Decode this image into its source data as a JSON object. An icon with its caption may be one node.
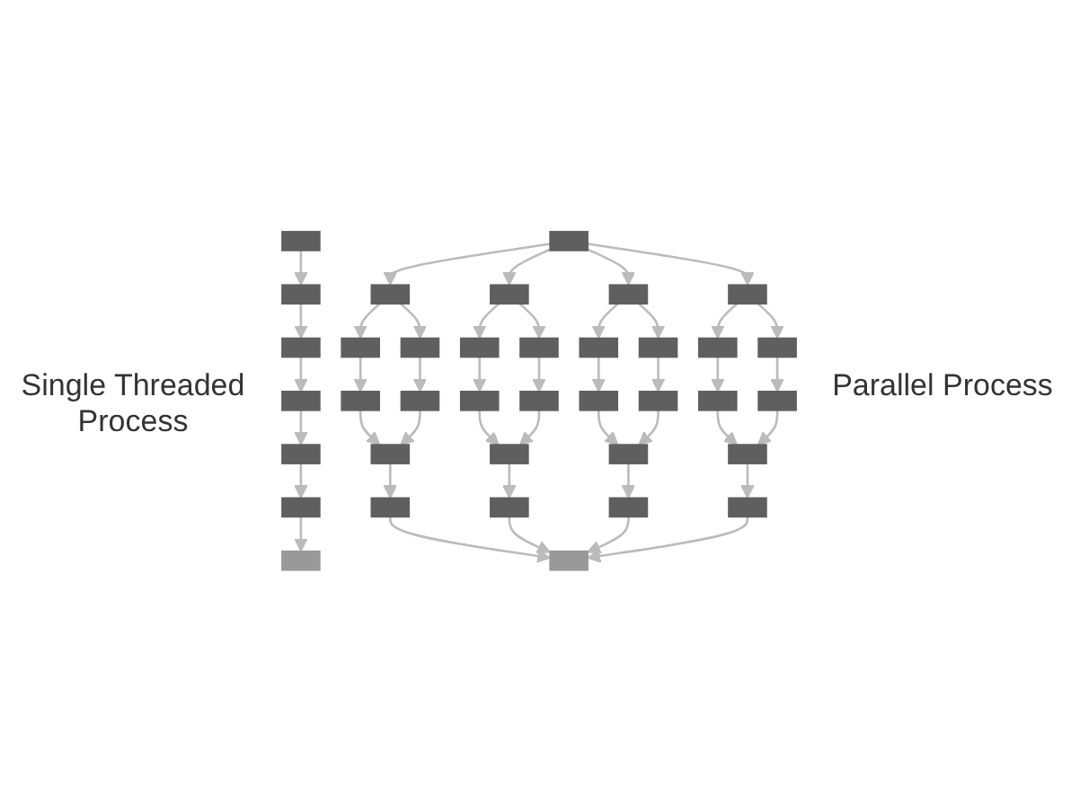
{
  "diagram": {
    "nodes": [
      {
        "text": [],
        "shape": "box"
      },
      {
        "text": [],
        "shape": "box"
      },
      {
        "text": [],
        "shape": "box"
      },
      {
        "text": [],
        "shape": "box"
      },
      {
        "text": [],
        "shape": "box"
      },
      {
        "text": [],
        "shape": "box"
      },
      {
        "text": [],
        "shape": "star"
      },
      {
        "text": [],
        "shape": "box"
      },
      {
        "text": [],
        "shape": "box"
      },
      {
        "text": [],
        "shape": "box"
      },
      {
        "text": [],
        "shape": "box"
      },
      {
        "text": [],
        "shape": "box"
      },
      {
        "text": [],
        "shape": "box"
      },
      {
        "text": [],
        "shape": "box"
      },
      {
        "text": [],
        "shape": "box"
      },
      {
        "text": [],
        "shape": "box"
      },
      {
        "text": [],
        "shape": "box"
      },
      {
        "text": [],
        "shape": "box"
      },
      {
        "text": [],
        "shape": "box"
      },
      {
        "text": [],
        "shape": "box"
      },
      {
        "text": [],
        "shape": "box"
      },
      {
        "text": [],
        "shape": "box"
      },
      {
        "text": [],
        "shape": "box"
      },
      {
        "text": [],
        "shape": "box"
      },
      {
        "text": [],
        "shape": "box"
      },
      {
        "text": [],
        "shape": "box"
      },
      {
        "text": [],
        "shape": "box"
      },
      {
        "text": [],
        "shape": "box"
      },
      {
        "text": [],
        "shape": "box"
      },
      {
        "text": [],
        "shape": "box"
      },
      {
        "text": [],
        "shape": "box"
      },
      {
        "text": [],
        "shape": "box"
      },
      {
        "text": [],
        "shape": "box"
      },
      {
        "text": [],
        "shape": "box"
      },
      {
        "text": [],
        "shape": "box"
      },
      {
        "text": [],
        "shape": "box"
      },
      {
        "text": [],
        "shape": "star"
      }
    ],
    "edges": [
      {
        "from": 0,
        "to": 1,
        "arrow": "to"
      },
      {
        "from": 1,
        "to": 2,
        "arrow": "to"
      },
      {
        "from": 2,
        "to": 3,
        "arrow": "to"
      },
      {
        "from": 3,
        "to": 4,
        "arrow": "to"
      },
      {
        "from": 4,
        "to": 5,
        "arrow": "to"
      },
      {
        "from": 5,
        "to": 6,
        "arrow": "to"
      },
      {
        "from": 7,
        "to": 8,
        "arrow": "to"
      },
      {
        "from": 7,
        "to": 9,
        "arrow": "to"
      },
      {
        "from": 7,
        "to": 10,
        "arrow": "to"
      },
      {
        "from": 7,
        "to": 11,
        "arrow": "to"
      },
      {
        "from": 8,
        "to": 12,
        "arrow": "to"
      },
      {
        "from": 8,
        "to": 13,
        "arrow": "to"
      },
      {
        "from": 9,
        "to": 14,
        "arrow": "to"
      },
      {
        "from": 9,
        "to": 15,
        "arrow": "to"
      },
      {
        "from": 10,
        "to": 16,
        "arrow": "to"
      },
      {
        "from": 10,
        "to": 17,
        "arrow": "to"
      },
      {
        "from": 11,
        "to": 18,
        "arrow": "to"
      },
      {
        "from": 11,
        "to": 19,
        "arrow": "to"
      },
      {
        "from": 12,
        "to": 20,
        "arrow": "to"
      },
      {
        "from": 13,
        "to": 21,
        "arrow": "to"
      },
      {
        "from": 14,
        "to": 22,
        "arrow": "to"
      },
      {
        "from": 15,
        "to": 23,
        "arrow": "to"
      },
      {
        "from": 16,
        "to": 24,
        "arrow": "to"
      },
      {
        "from": 17,
        "to": 25,
        "arrow": "to"
      },
      {
        "from": 18,
        "to": 26,
        "arrow": "to"
      },
      {
        "from": 19,
        "to": 27,
        "arrow": "to"
      },
      {
        "from": 20,
        "to": 28,
        "arrow": "to"
      },
      {
        "from": 21,
        "to": 28,
        "arrow": "to"
      },
      {
        "from": 22,
        "to": 29,
        "arrow": "to"
      },
      {
        "from": 23,
        "to": 29,
        "arrow": "to"
      },
      {
        "from": 24,
        "to": 30,
        "arrow": "to"
      },
      {
        "from": 25,
        "to": 30,
        "arrow": "to"
      },
      {
        "from": 26,
        "to": 31,
        "arrow": "to"
      },
      {
        "from": 27,
        "to": 31,
        "arrow": "to"
      },
      {
        "from": 28,
        "to": 32,
        "arrow": "to"
      },
      {
        "from": 29,
        "to": 33,
        "arrow": "to"
      },
      {
        "from": 30,
        "to": 34,
        "arrow": "to"
      },
      {
        "from": 31,
        "to": 35,
        "arrow": "to"
      },
      {
        "from": 32,
        "to": 36,
        "arrow": "to"
      },
      {
        "from": 33,
        "to": 36,
        "arrow": "to"
      },
      {
        "from": 34,
        "to": 36,
        "arrow": "to"
      },
      {
        "from": 35,
        "to": 36,
        "arrow": "to"
      }
    ],
    "labels": [
      "Single Threaded Process",
      "Parallel Process"
    ]
  }
}
